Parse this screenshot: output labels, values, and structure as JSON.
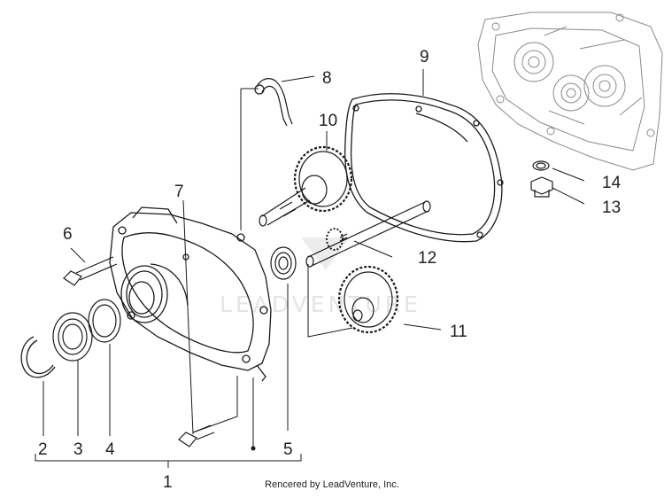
{
  "diagram": {
    "callouts": {
      "c1": "1",
      "c2": "2",
      "c3": "3",
      "c4": "4",
      "c5": "5",
      "c6": "6",
      "c7": "7",
      "c8": "8",
      "c9": "9",
      "c10": "10",
      "c11": "11",
      "c12": "12",
      "c13": "13",
      "c14": "14"
    },
    "watermark": "LEADVENTURE",
    "footer": "Rencered by LeadVenture, Inc."
  },
  "colors": {
    "line": "#1a1a1a",
    "faint": "#8a8a8a",
    "watermark": "#e4e4e4"
  }
}
